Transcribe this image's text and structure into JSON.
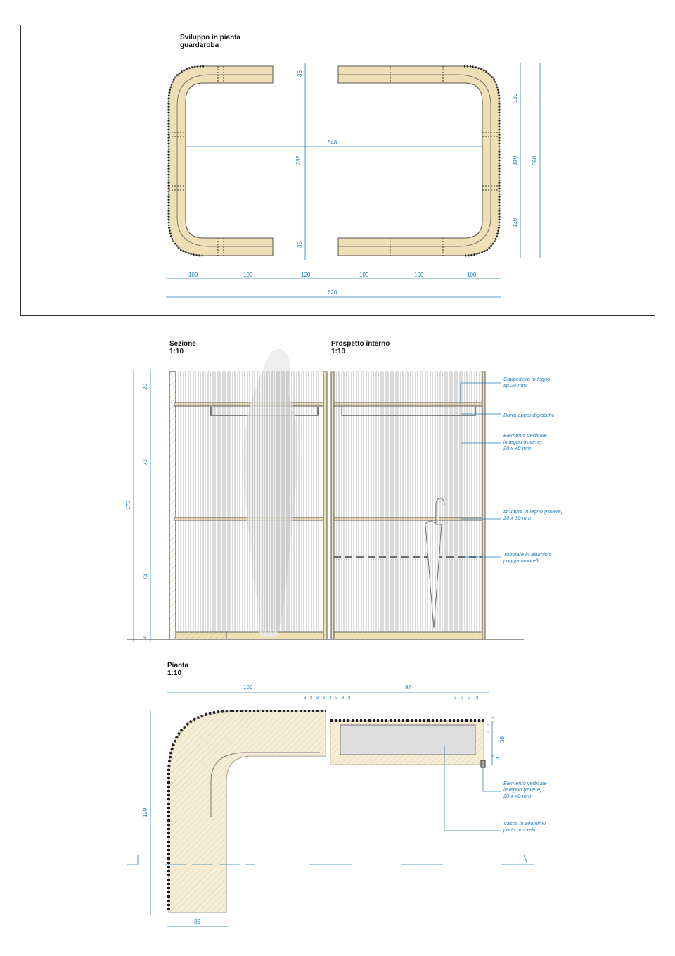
{
  "plan_overview": {
    "title_line1": "Sviluppo in pianta",
    "title_line2": "guardaroba",
    "dims": {
      "inner_width": "548",
      "inner_depth": "288",
      "top_return": "36",
      "bottom_return": "35",
      "bottom_segments": [
        "100",
        "100",
        "120",
        "100",
        "100",
        "100"
      ],
      "total_width": "620",
      "right_segments": [
        "130",
        "100",
        "130"
      ],
      "total_depth": "360"
    }
  },
  "section": {
    "title_line1": "Sezione",
    "title_line2": "1:10",
    "dims": {
      "top": "20",
      "mid": "73",
      "low": "73",
      "base": "4",
      "total": "170"
    }
  },
  "elevation": {
    "title_line1": "Prospetto interno",
    "title_line2": "1:10",
    "notes": [
      [
        "Cappelliera in legno",
        "sp 20 mm"
      ],
      [
        "Barra appendigiacche"
      ],
      [
        "Elemento verticale",
        "in legno (rovere)",
        "20 x 40 mm"
      ],
      [
        "struttura in legno (rovere)",
        "20 x 30 mm"
      ],
      [
        "Tubolare in alluminio",
        "poggia ombrelli"
      ]
    ]
  },
  "plan_detail": {
    "title_line1": "Pianta",
    "title_line2": "1:10",
    "dims": {
      "left_width": "100",
      "right_width": "97",
      "depth": "129",
      "arm_width": "36",
      "tray_depth": "36",
      "slat_gaps_left": [
        "3",
        "3",
        "3",
        "3",
        "3",
        "3",
        "3",
        "3"
      ],
      "slat_gaps_right": [
        "3",
        "3",
        "3",
        "3"
      ],
      "side_gaps": [
        "4",
        "4",
        "4",
        "4",
        "4"
      ]
    },
    "notes": [
      [
        "Elemento verticale",
        "in legno (rovere)",
        "20 x 40 mm"
      ],
      [
        "Vasca in alluminio",
        "porta ombrelli"
      ]
    ]
  },
  "colors": {
    "wood": "#eedfb4",
    "dim": "#1f7fbf",
    "line": "#333333"
  }
}
